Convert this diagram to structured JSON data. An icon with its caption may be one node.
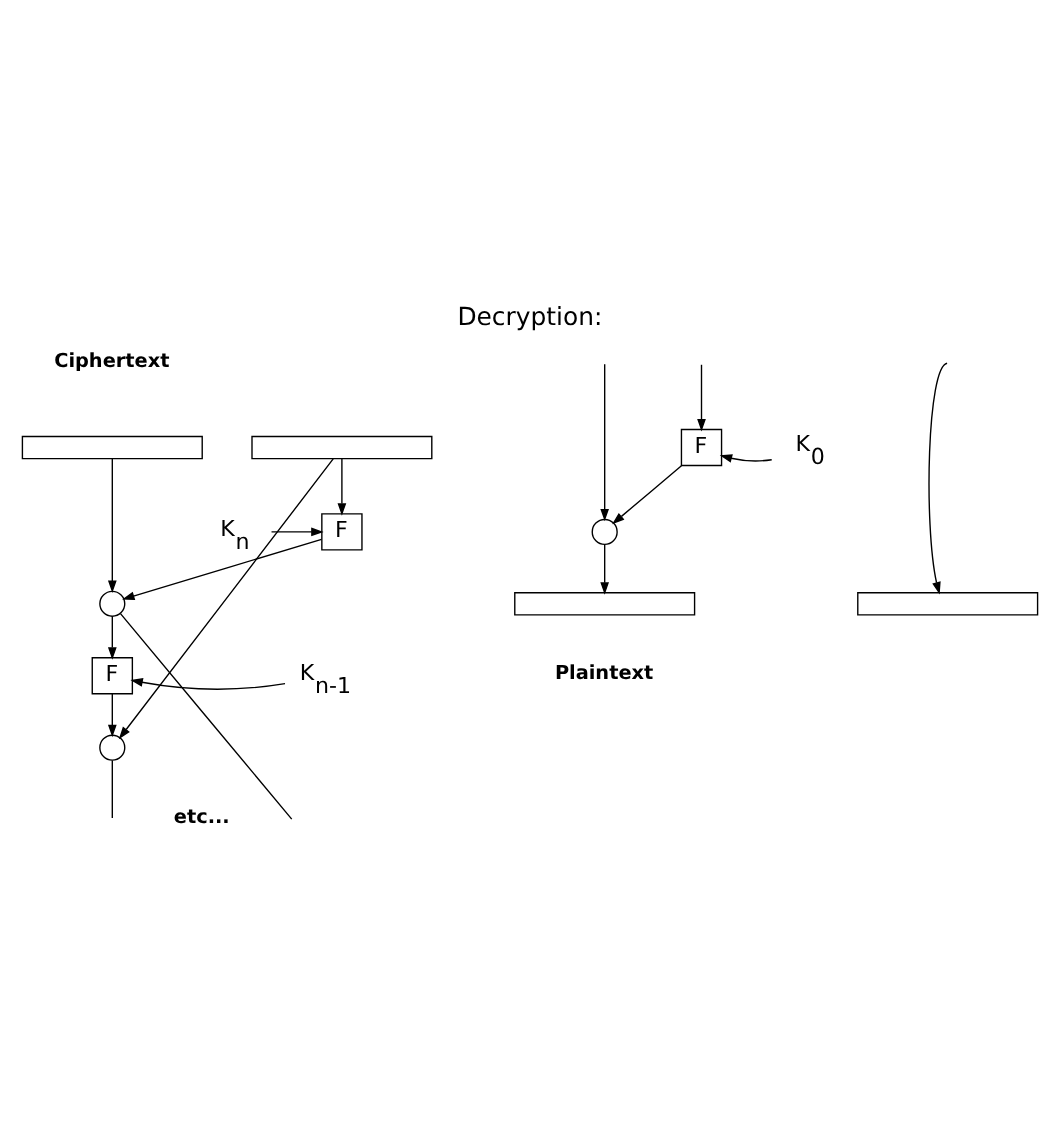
{
  "diagram": {
    "title": "Decryption:",
    "nodes": [
      {
        "text": [],
        "shape": "bar"
      },
      {
        "text": [],
        "shape": "bar"
      },
      {
        "text": [
          "K$_{n}$"
        ]
      },
      {
        "text": [
          "F"
        ]
      },
      {
        "text": [],
        "shape": "circle"
      },
      {
        "text": [
          "K$_{n-1}$"
        ]
      },
      {
        "text": [
          "F"
        ]
      },
      {
        "text": [],
        "shape": "circle"
      },
      {
        "text": [
          "K$_{0}$"
        ]
      },
      {
        "text": [
          "F"
        ]
      },
      {
        "text": [],
        "shape": "circle"
      },
      {
        "text": [],
        "shape": "bar"
      },
      {
        "text": [],
        "shape": "bar"
      }
    ],
    "edges": [
      {
        "from": 1,
        "to": 3,
        "arrow": "to"
      },
      {
        "from": 2,
        "to": 3,
        "arrow": "to"
      },
      {
        "from": 0,
        "to": 4,
        "arrow": "to"
      },
      {
        "from": 3,
        "to": 4,
        "arrow": "to"
      },
      {
        "from": 1,
        "to": 7,
        "arrow": "to"
      },
      {
        "from": 4,
        "to": 6,
        "arrow": "to"
      },
      {
        "from": 5,
        "to": 6,
        "arrow": "to"
      },
      {
        "from": 6,
        "to": 7,
        "arrow": "to"
      },
      {
        "from": 7,
        "to": null,
        "arrow": "none"
      },
      {
        "from": 4,
        "to": null,
        "arrow": "none"
      },
      {
        "from": null,
        "to": 10,
        "arrow": "to"
      },
      {
        "from": null,
        "to": 9,
        "arrow": "to"
      },
      {
        "from": 8,
        "to": 9,
        "arrow": "to"
      },
      {
        "from": 9,
        "to": 10,
        "arrow": "to"
      },
      {
        "from": 10,
        "to": 11,
        "arrow": "to"
      },
      {
        "from": null,
        "to": 12,
        "arrow": "to"
      }
    ],
    "labels": [
      "Ciphertext",
      "etc...",
      "Plaintext"
    ]
  }
}
